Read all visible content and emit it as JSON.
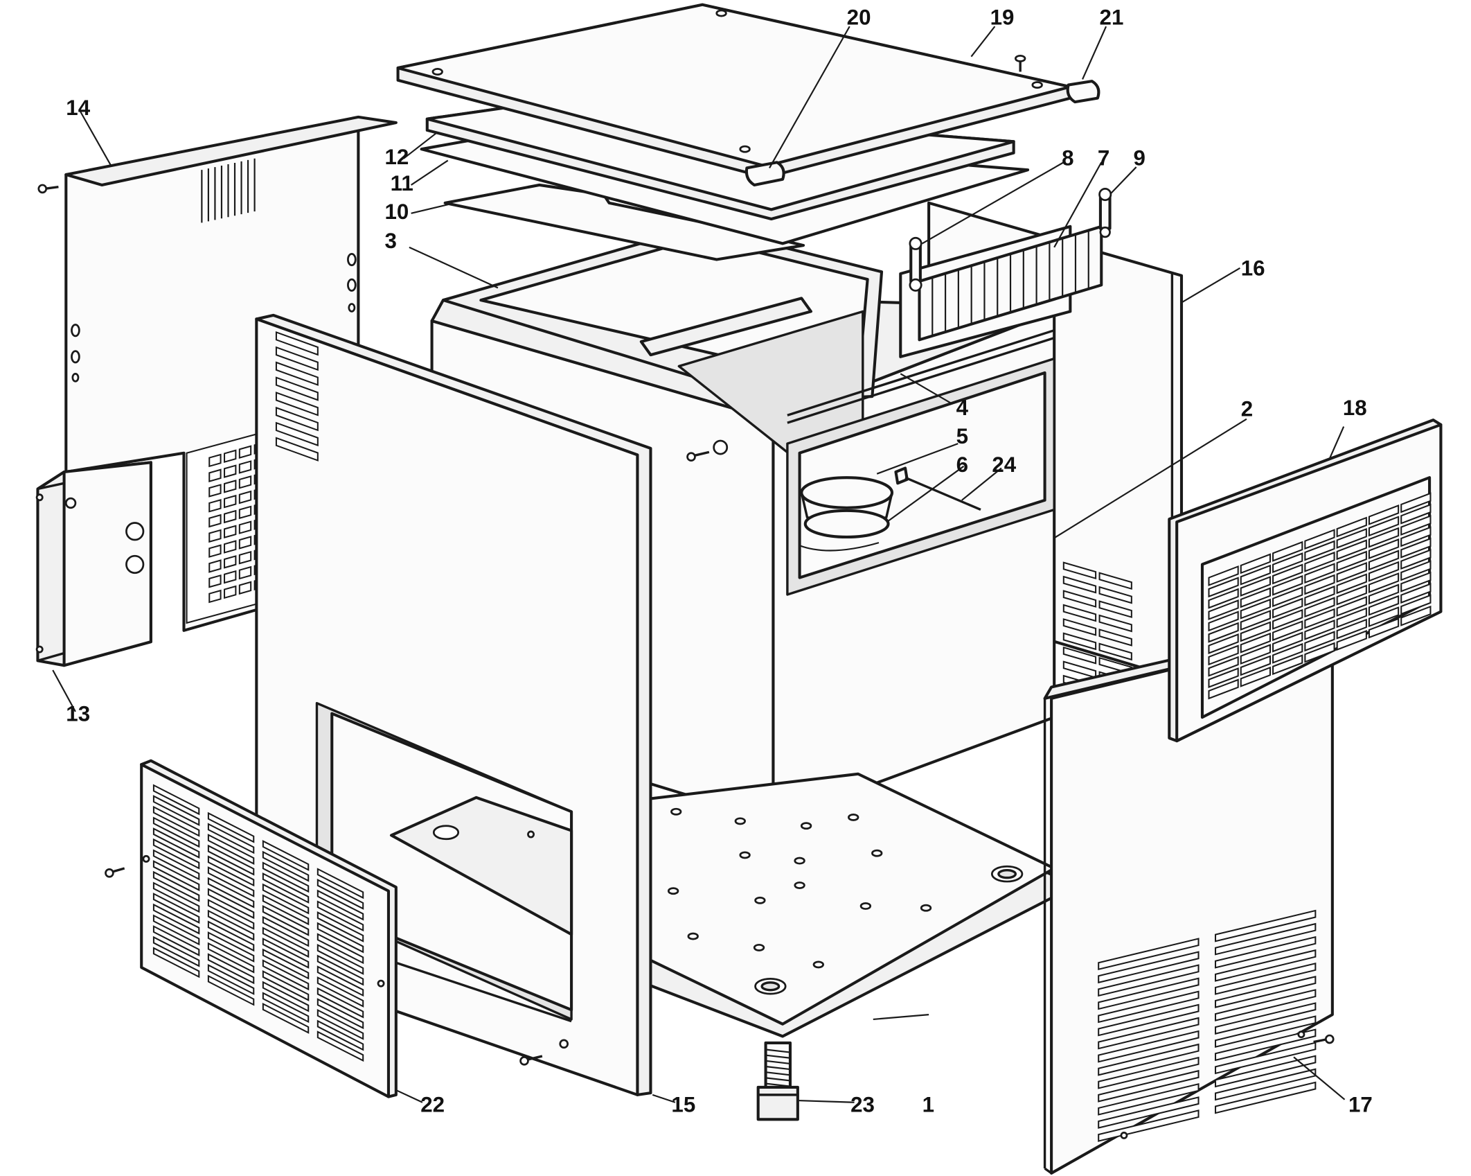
{
  "callouts": [
    {
      "id": "1",
      "text": "1"
    },
    {
      "id": "2",
      "text": "2"
    },
    {
      "id": "3",
      "text": "3"
    },
    {
      "id": "4",
      "text": "4"
    },
    {
      "id": "5",
      "text": "5"
    },
    {
      "id": "6",
      "text": "6"
    },
    {
      "id": "7",
      "text": "7"
    },
    {
      "id": "8",
      "text": "8"
    },
    {
      "id": "9",
      "text": "9"
    },
    {
      "id": "10",
      "text": "10"
    },
    {
      "id": "11",
      "text": "11"
    },
    {
      "id": "12",
      "text": "12"
    },
    {
      "id": "13",
      "text": "13"
    },
    {
      "id": "14",
      "text": "14"
    },
    {
      "id": "15",
      "text": "15"
    },
    {
      "id": "16",
      "text": "16"
    },
    {
      "id": "17",
      "text": "17"
    },
    {
      "id": "18",
      "text": "18"
    },
    {
      "id": "19",
      "text": "19"
    },
    {
      "id": "20",
      "text": "20"
    },
    {
      "id": "21",
      "text": "21"
    },
    {
      "id": "22",
      "text": "22"
    },
    {
      "id": "23",
      "text": "23"
    },
    {
      "id": "24",
      "text": "24"
    }
  ],
  "colors": {
    "line": "#1a1a1a",
    "panel": "#fbfbfb",
    "background": "#ffffff"
  }
}
